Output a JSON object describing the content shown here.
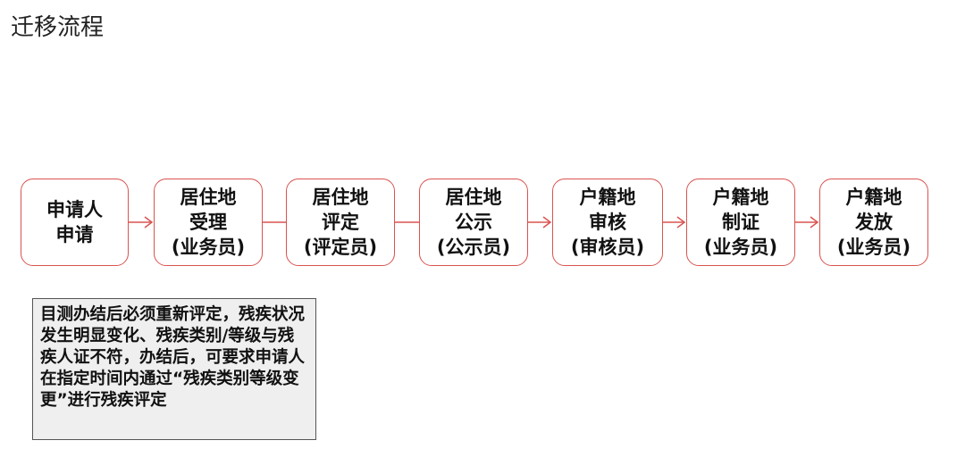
{
  "title": "迁移流程",
  "steps": [
    {
      "line1": "申请人",
      "line2": "申请",
      "line3": ""
    },
    {
      "line1": "居住地",
      "line2": "受理",
      "line3": "(业务员)"
    },
    {
      "line1": "居住地",
      "line2": "评定",
      "line3": "(评定员)"
    },
    {
      "line1": "居住地",
      "line2": "公示",
      "line3": "(公示员)"
    },
    {
      "line1": "户籍地",
      "line2": "审核",
      "line3": "(审核员)"
    },
    {
      "line1": "户籍地",
      "line2": "制证",
      "line3": "(业务员)"
    },
    {
      "line1": "户籍地",
      "line2": "发放",
      "line3": "(业务员)"
    }
  ],
  "note": "目测办结后必须重新评定，残疾状况发生明显变化、残疾类别/等级与残疾人证不符，办结后，可要求申请人在指定时间内通过“残疾类别等级变更”进行残疾评定",
  "colors": {
    "box_border": "#d9534f",
    "arrow": "#d9534f",
    "note_border": "#555555",
    "note_background": "#efefef"
  }
}
